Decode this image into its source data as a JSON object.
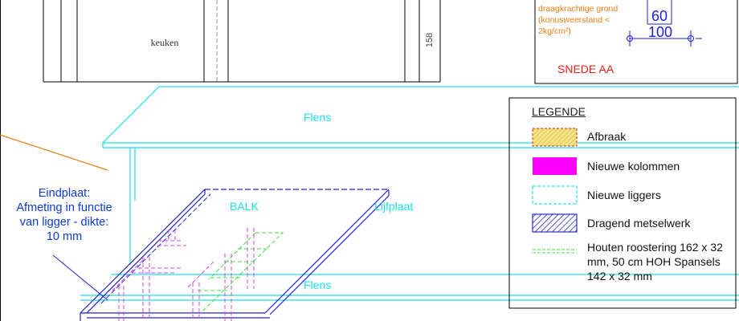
{
  "floorplan": {
    "room_label": "keuken",
    "dimension_label": "158"
  },
  "isometric": {
    "label_flens_top": "Flens",
    "label_balk": "BALK",
    "label_lijfplaat": "Lijfplaat",
    "label_flens_bottom": "Flens"
  },
  "eindplaat_note": "Eindplaat: Afmeting in functie van ligger - dikte: 10 mm",
  "section_box": {
    "soil_note": "draagkrachtige grond (konusweerstand < 2kg/cm²)",
    "dimension_small": "60",
    "dimension_large": "100",
    "section_label": "SNEDE AA"
  },
  "legend": {
    "title": "LEGENDE",
    "items": [
      {
        "label": "Afbraak",
        "swatch": "hatch-yellow",
        "color": "#e8d44d",
        "border": "#e0201a"
      },
      {
        "label": "Nieuwe kolommen",
        "swatch": "solid-magenta",
        "color": "#ff00ff"
      },
      {
        "label": "Nieuwe liggers",
        "swatch": "dashed-cyan",
        "color": "#00d8d8"
      },
      {
        "label": "Dragend metselwerk",
        "swatch": "hatch-blue",
        "color": "#2a2acc"
      },
      {
        "label": "Houten roostering 162 x 32 mm, 50 cm HOH Spansels 142 x 32 mm",
        "swatch": "dashed-green",
        "color": "#44dd44"
      }
    ]
  },
  "colors": {
    "cyan": "#18e0e6",
    "blue": "#2020d0",
    "magenta": "#e040e0",
    "green": "#3ce03c",
    "orange": "#e8801a",
    "red": "#e0201a"
  }
}
